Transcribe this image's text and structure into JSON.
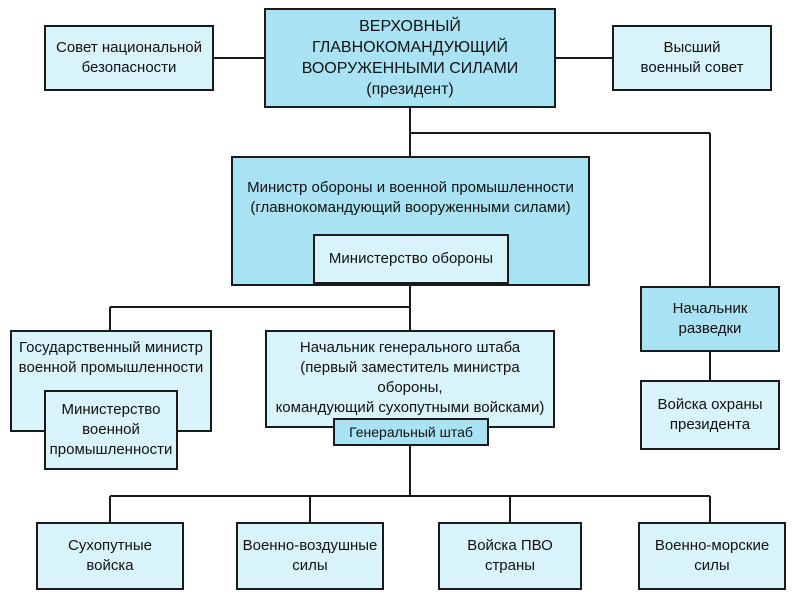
{
  "nodes": {
    "supreme_commander": "ВЕРХОВНЫЙ ГЛАВНОКОМАНДУЮЩИЙ\nВООРУЖЕННЫМИ СИЛАМИ\n(президент)",
    "security_council": "Совет национальной\nбезопасности",
    "military_council": "Высший\nвоенный совет",
    "defense_minister": "Министр обороны и военной промышленности\n(главнокомандующий вооруженными силами)",
    "defense_ministry": "Министерство обороны",
    "intelligence_chief": "Начальник\nразведки",
    "state_minister": "Государственный министр\nвоенной промышленности",
    "military_industry_ministry": "Министерство\nвоенной\nпромышленности",
    "chief_general_staff": "Начальник генерального штаба\n(первый заместитель министра обороны,\nкомандующий сухопутными войсками)",
    "general_staff": "Генеральный штаб",
    "presidential_guard": "Войска охраны\nпрезидента",
    "ground_forces": "Сухопутные\nвойска",
    "air_force": "Военно-воздушные\nсилы",
    "air_defense": "Войска ПВО\nстраны",
    "navy": "Военно-морские\nсилы"
  },
  "colors": {
    "light_fill": "#d9f3fb",
    "mid_fill": "#a9e3f3",
    "border": "#1a1a1a"
  }
}
